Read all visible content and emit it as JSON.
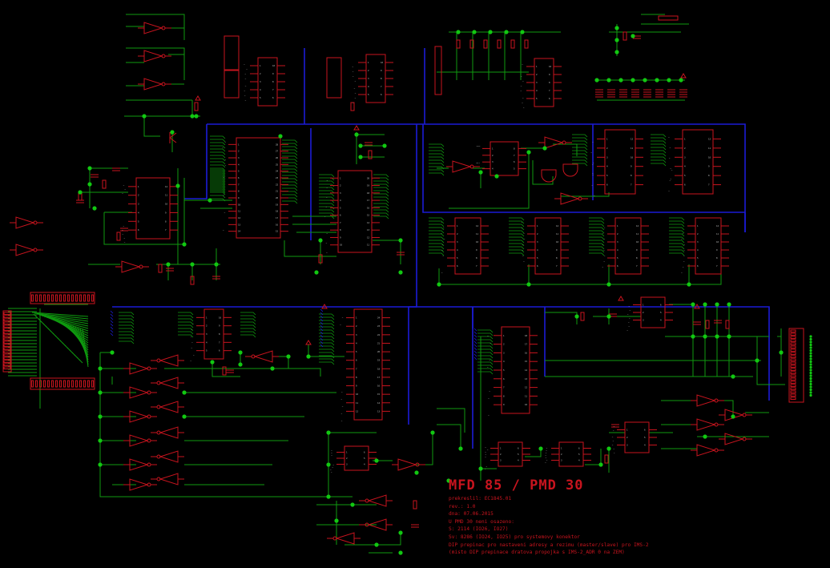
{
  "title_block": {
    "title": "MFD 85 / PMD 30",
    "lines": [
      "prekreslil: EC1845.01",
      "rev.: 1.0",
      "dna: 07.06.2015",
      "U PMD 30 neni osazeno:",
      "S: 2114 (IO26, IO27)",
      "Sv: 8286 (IO24, IO25) pro systemovy konektor",
      "DIP prepinac pro nastaveni adresy a rezimu (master/slave) pro IMS-2",
      "(misto DIP prepinace dratova propojka s IMS-2_ADR 0 na ZEM)"
    ]
  },
  "colors": {
    "background": "#000000",
    "wire": "#0f9a0f",
    "bus": "#1b1bd6",
    "part": "#c8141e",
    "junction": "#12c812",
    "pin_text": "#c8c8c8"
  }
}
